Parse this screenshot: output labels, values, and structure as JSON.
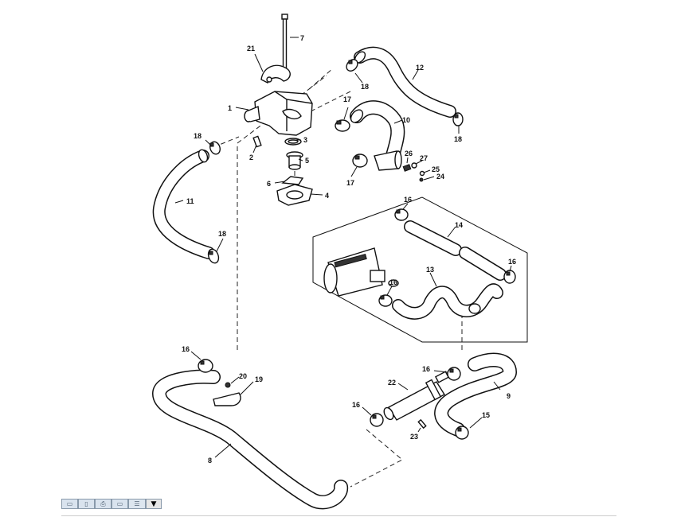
{
  "diagram": {
    "labels": {
      "p1": "1",
      "p2": "2",
      "p3": "3",
      "p4": "4",
      "p5": "5",
      "p6": "6",
      "p7": "7",
      "p8": "8",
      "p9": "9",
      "p10": "10",
      "p11": "11",
      "p12": "12",
      "p13": "13",
      "p14": "14",
      "p15": "15",
      "p16a": "16",
      "p16b": "16",
      "p16c": "16",
      "p16d": "16",
      "p16e": "16",
      "p16f": "16",
      "p17a": "17",
      "p17b": "17",
      "p18a": "18",
      "p18b": "18",
      "p18c": "18",
      "p18d": "18",
      "p19": "19",
      "p20": "20",
      "p21": "21",
      "p22": "22",
      "p23": "23",
      "p24": "24",
      "p25": "25",
      "p26": "26",
      "p27": "27"
    }
  },
  "toolbar": {
    "buttons": [
      {
        "icon": "picture-icon",
        "glyph": "▭"
      },
      {
        "icon": "page-icon",
        "glyph": "▯"
      },
      {
        "icon": "print-icon",
        "glyph": "⎙"
      },
      {
        "icon": "window-icon",
        "glyph": "▭"
      },
      {
        "icon": "list-icon",
        "glyph": "☰"
      },
      {
        "icon": "dropdown-arrow-icon",
        "glyph": "▼"
      }
    ]
  }
}
